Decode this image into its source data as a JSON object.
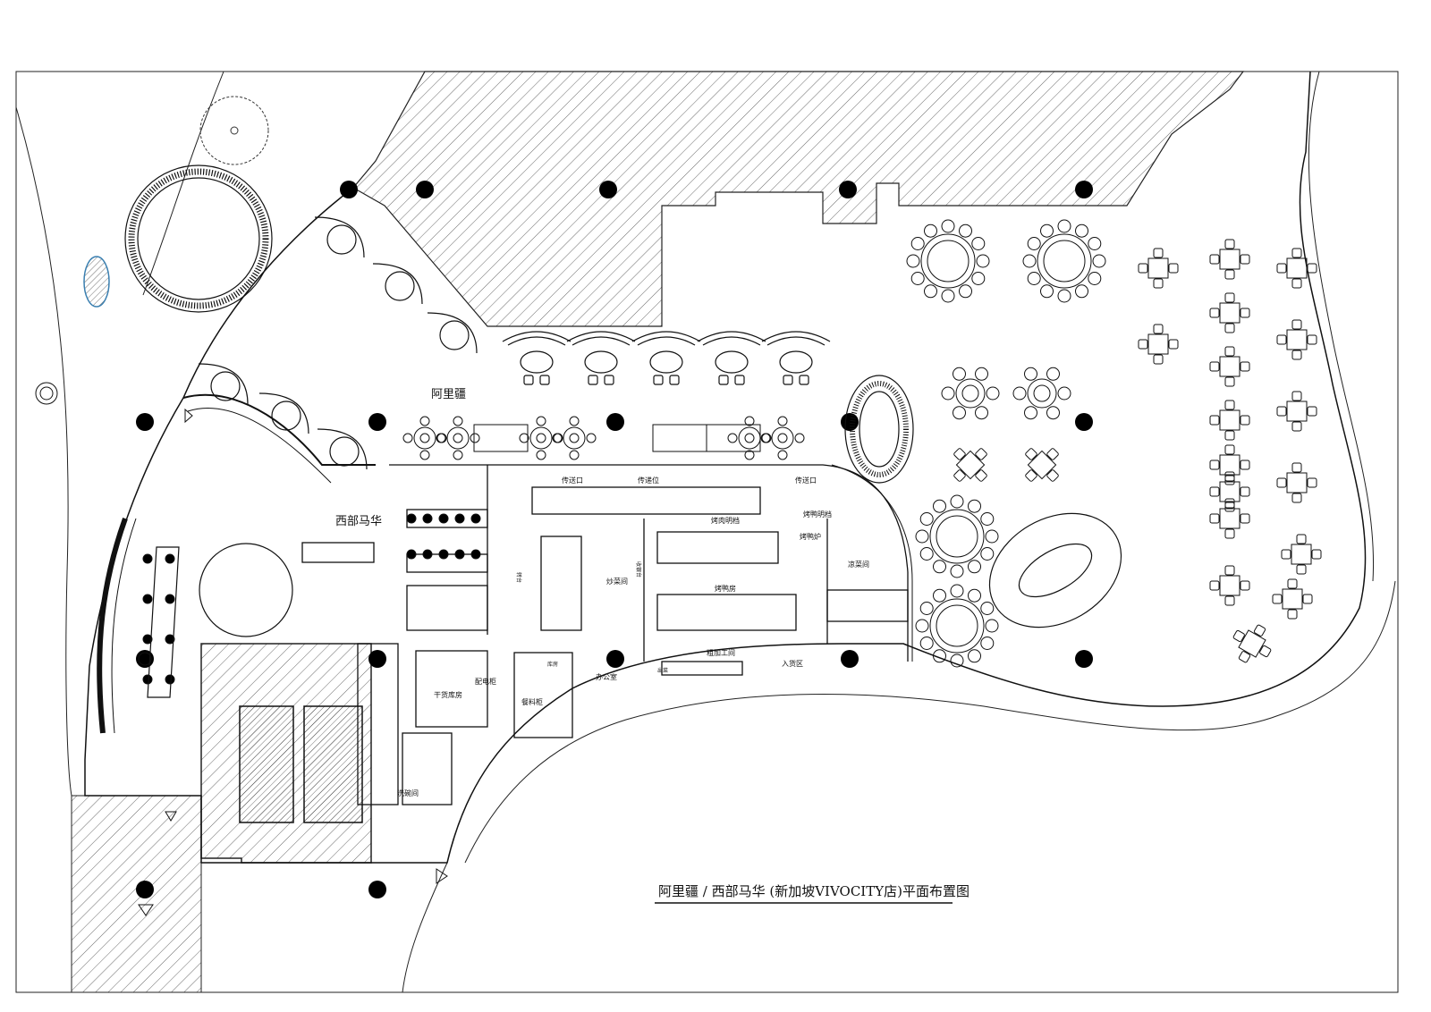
{
  "title": "阿里疆 / 西部马华 (新加坡VIVOCITY店)平面布置图",
  "zones": {
    "alijiang": "阿里疆",
    "xibu_mahua": "西部马华"
  },
  "kitchen_labels": {
    "chuancai_kou": "传送口",
    "chuancai_wei": "传递位",
    "chuancai_kou_2": "传送口",
    "kaorou_mingdang": "烤肉明档",
    "kaoya_mingdang": "烤鸭明档",
    "kaoya_lu": "烤鸭炉",
    "liangcai_jian": "凉菜间",
    "chaocai_jian": "炒菜间",
    "kaoya_fang": "烤鸭房",
    "cujiagong_jian": "粗加工间",
    "ruhuo_qu": "入货区",
    "bangong_shi": "办公室",
    "ganhuo_kufang": "干货库房",
    "peidian_gui": "配电柜",
    "canliao_gui": "餐料柜",
    "xiwan_jian": "洗碗间",
    "xiaofang": "库房",
    "chuxian": "出菜",
    "zhuancai": "转台",
    "chuchang": "收银台"
  }
}
